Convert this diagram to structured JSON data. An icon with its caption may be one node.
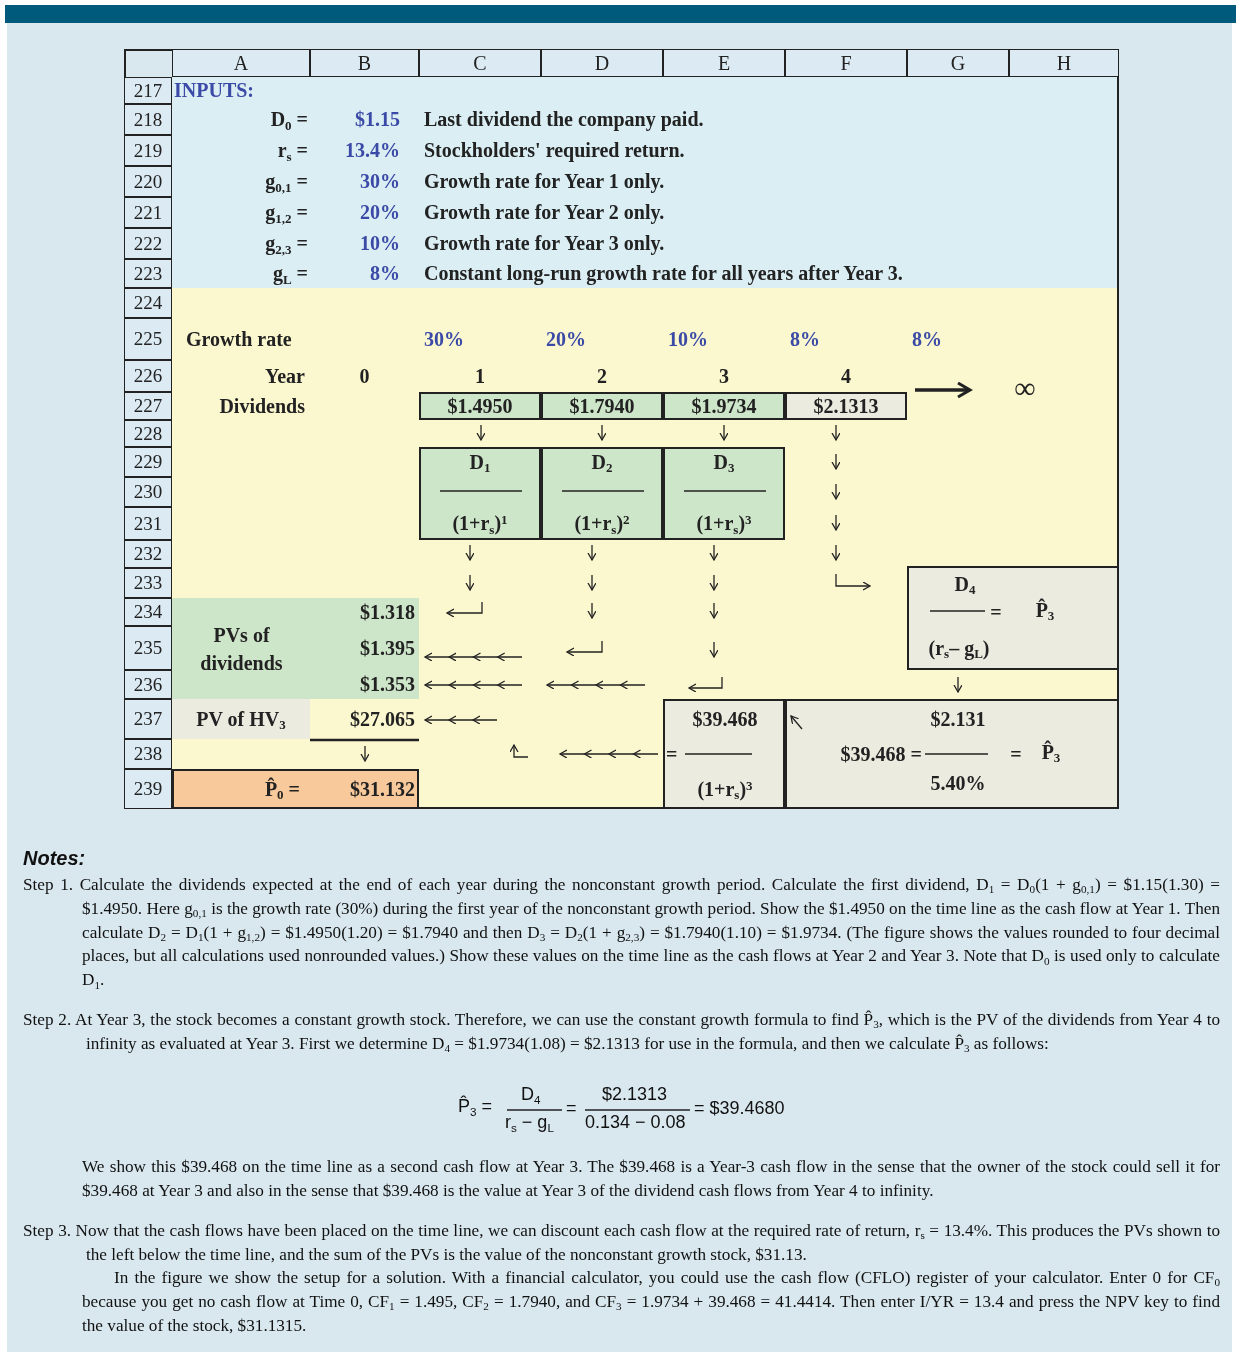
{
  "diagram": {
    "labels": [
      "A",
      "B",
      "C",
      "D",
      "E",
      "F",
      "G",
      "H",
      "217",
      "INPUTS:",
      "218",
      "D$_{0}$ =",
      "$1.15",
      "Last dividend the company paid.",
      "219",
      "r$_{s}$ =",
      "13.4%",
      "Stockholders' required return.",
      "220",
      "g$_{0,1}$ =",
      "30%",
      "Growth rate for Year 1 only.",
      "221",
      "g$_{1,2}$ =",
      "20%",
      "Growth rate for Year 2 only.",
      "222",
      "g$_{2,3}$ =",
      "10%",
      "Growth rate for Year 3 only.",
      "223",
      "g$_{L}$ =",
      "8%",
      "Constant long-run growth rate for all years after Year 3.",
      "224",
      "225",
      "Growth rate",
      "30%",
      "20%",
      "10%",
      "8%",
      "8%",
      "226",
      "Year",
      "0",
      "1",
      "2",
      "3",
      "4",
      "∞",
      "227",
      "Dividends",
      "$1.4950",
      "$1.7940",
      "$1.9734",
      "$2.1313",
      "228",
      "229",
      "D$_{1}$",
      "D$_{2}$",
      "D$_{3}$",
      "230",
      "231",
      "(1+r$_{s}$)$^{1}$",
      "(1+r$_{s}$)$^{2}$",
      "(1+r$_{s}$)$^{3}$",
      "232",
      "233",
      "D$_{4}$",
      "234",
      "$1.318",
      "=",
      "P̂$_{3}$",
      "235",
      "PVs of dividends",
      "$1.395",
      "(r$_{s}$– g$_{L}$)",
      "236",
      "$1.353",
      "237",
      "PV of HV$_{3}$",
      "$27.065",
      "$39.468",
      "$2.131",
      "238",
      "=",
      "$39.468 =",
      "=",
      "P̂$_{3}$",
      "239",
      "P̂$_{0}$ =",
      "$31.132",
      "(1+r$_{s}$)$^{3}$",
      "5.40%",
      "Notes:",
      "Step 1. Calculate the dividends expected at the end of each year during the nonconstant growth period. Calculate the first dividend, D$_{1}$ = D$_{0}$(1 + g$_{0,1}$) = $1.15(1.30) = $1.4950. Here g$_{0,1}$ is the growth rate (30%) during the first year of the nonconstant growth period. Show the $1.4950 on the time line as the cash flow at Year 1. Then calculate D$_{2}$ = D$_{1}$(1 + g$_{1,2}$) = $1.4950(1.20) = $1.7940 and then D$_{3}$ = D$_{2}$(1 + g$_{2,3}$) = $1.7940(1.10) = $1.9734. (The figure shows the values rounded to four decimal places, but all calculations used nonrounded values.) Show these values on the time line as the cash flows at Year 2 and Year 3. Note that D$_{0}$ is used only to calculate D$_{1}$.",
      "Step 2. At Year 3, the stock becomes a constant growth stock. Therefore, we can use the constant growth formula to find P̂$_{3}$, which is the PV of the dividends from Year 4 to infinity as evaluated at Year 3. First we determine D$_{4}$ = $1.9734(1.08) = $2.1313 for use in the formula, and then we calculate P̂$_{3}$ as follows:",
      "P̂$_{3}$ =",
      "D$_{4}$",
      "r$_{s}$ − g$_{L}$",
      "=",
      "$2.1313",
      "0.134 − 0.08",
      "= $39.4680",
      "We show this $39.468 on the time line as a second cash flow at Year 3. The $39.468 is a Year-3 cash flow in the sense that the owner of the stock could sell it for $39.468 at Year 3 and also in the sense that $39.468 is the value at Year 3 of the dividend cash flows from Year 4 to infinity.",
      "Step 3. Now that the cash flows have been placed on the time line, we can discount each cash flow at the required rate of return, r$_{s}$ = 13.4%. This produces the PVs shown to the left below the time line, and the sum of the PVs is the value of the nonconstant growth stock, $31.13.",
      "In the figure we show the setup for a solution. With a financial calculator, you could use the cash flow (CFLO) register of your calculator. Enter 0 for CF$_{0}$ because you get no cash flow at Time 0, CF$_{1}$ = 1.495, CF$_{2}$ = 1.7940, and CF$_{3}$ = 1.9734 + 39.468 = 41.4414. Then enter I/YR = 13.4 and press the NPV key to find the value of the stock, $31.1315."
    ]
  }
}
